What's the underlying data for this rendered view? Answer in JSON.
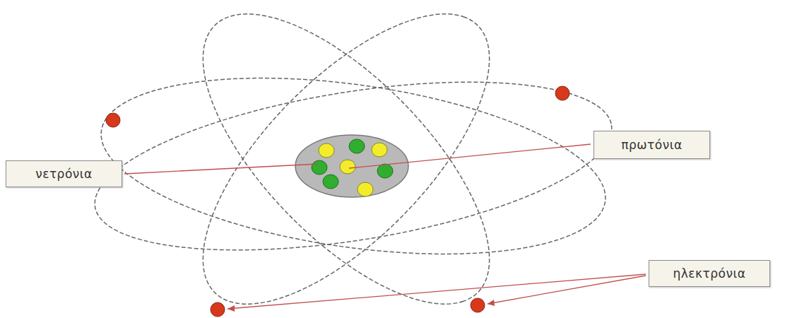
{
  "diagram": {
    "nodes": [
      {
        "text": [
          "πρωτόνια"
        ]
      },
      {
        "text": [
          "νετρόνια"
        ]
      },
      {
        "text": [
          "ηλεκτρόνια"
        ]
      }
    ]
  }
}
